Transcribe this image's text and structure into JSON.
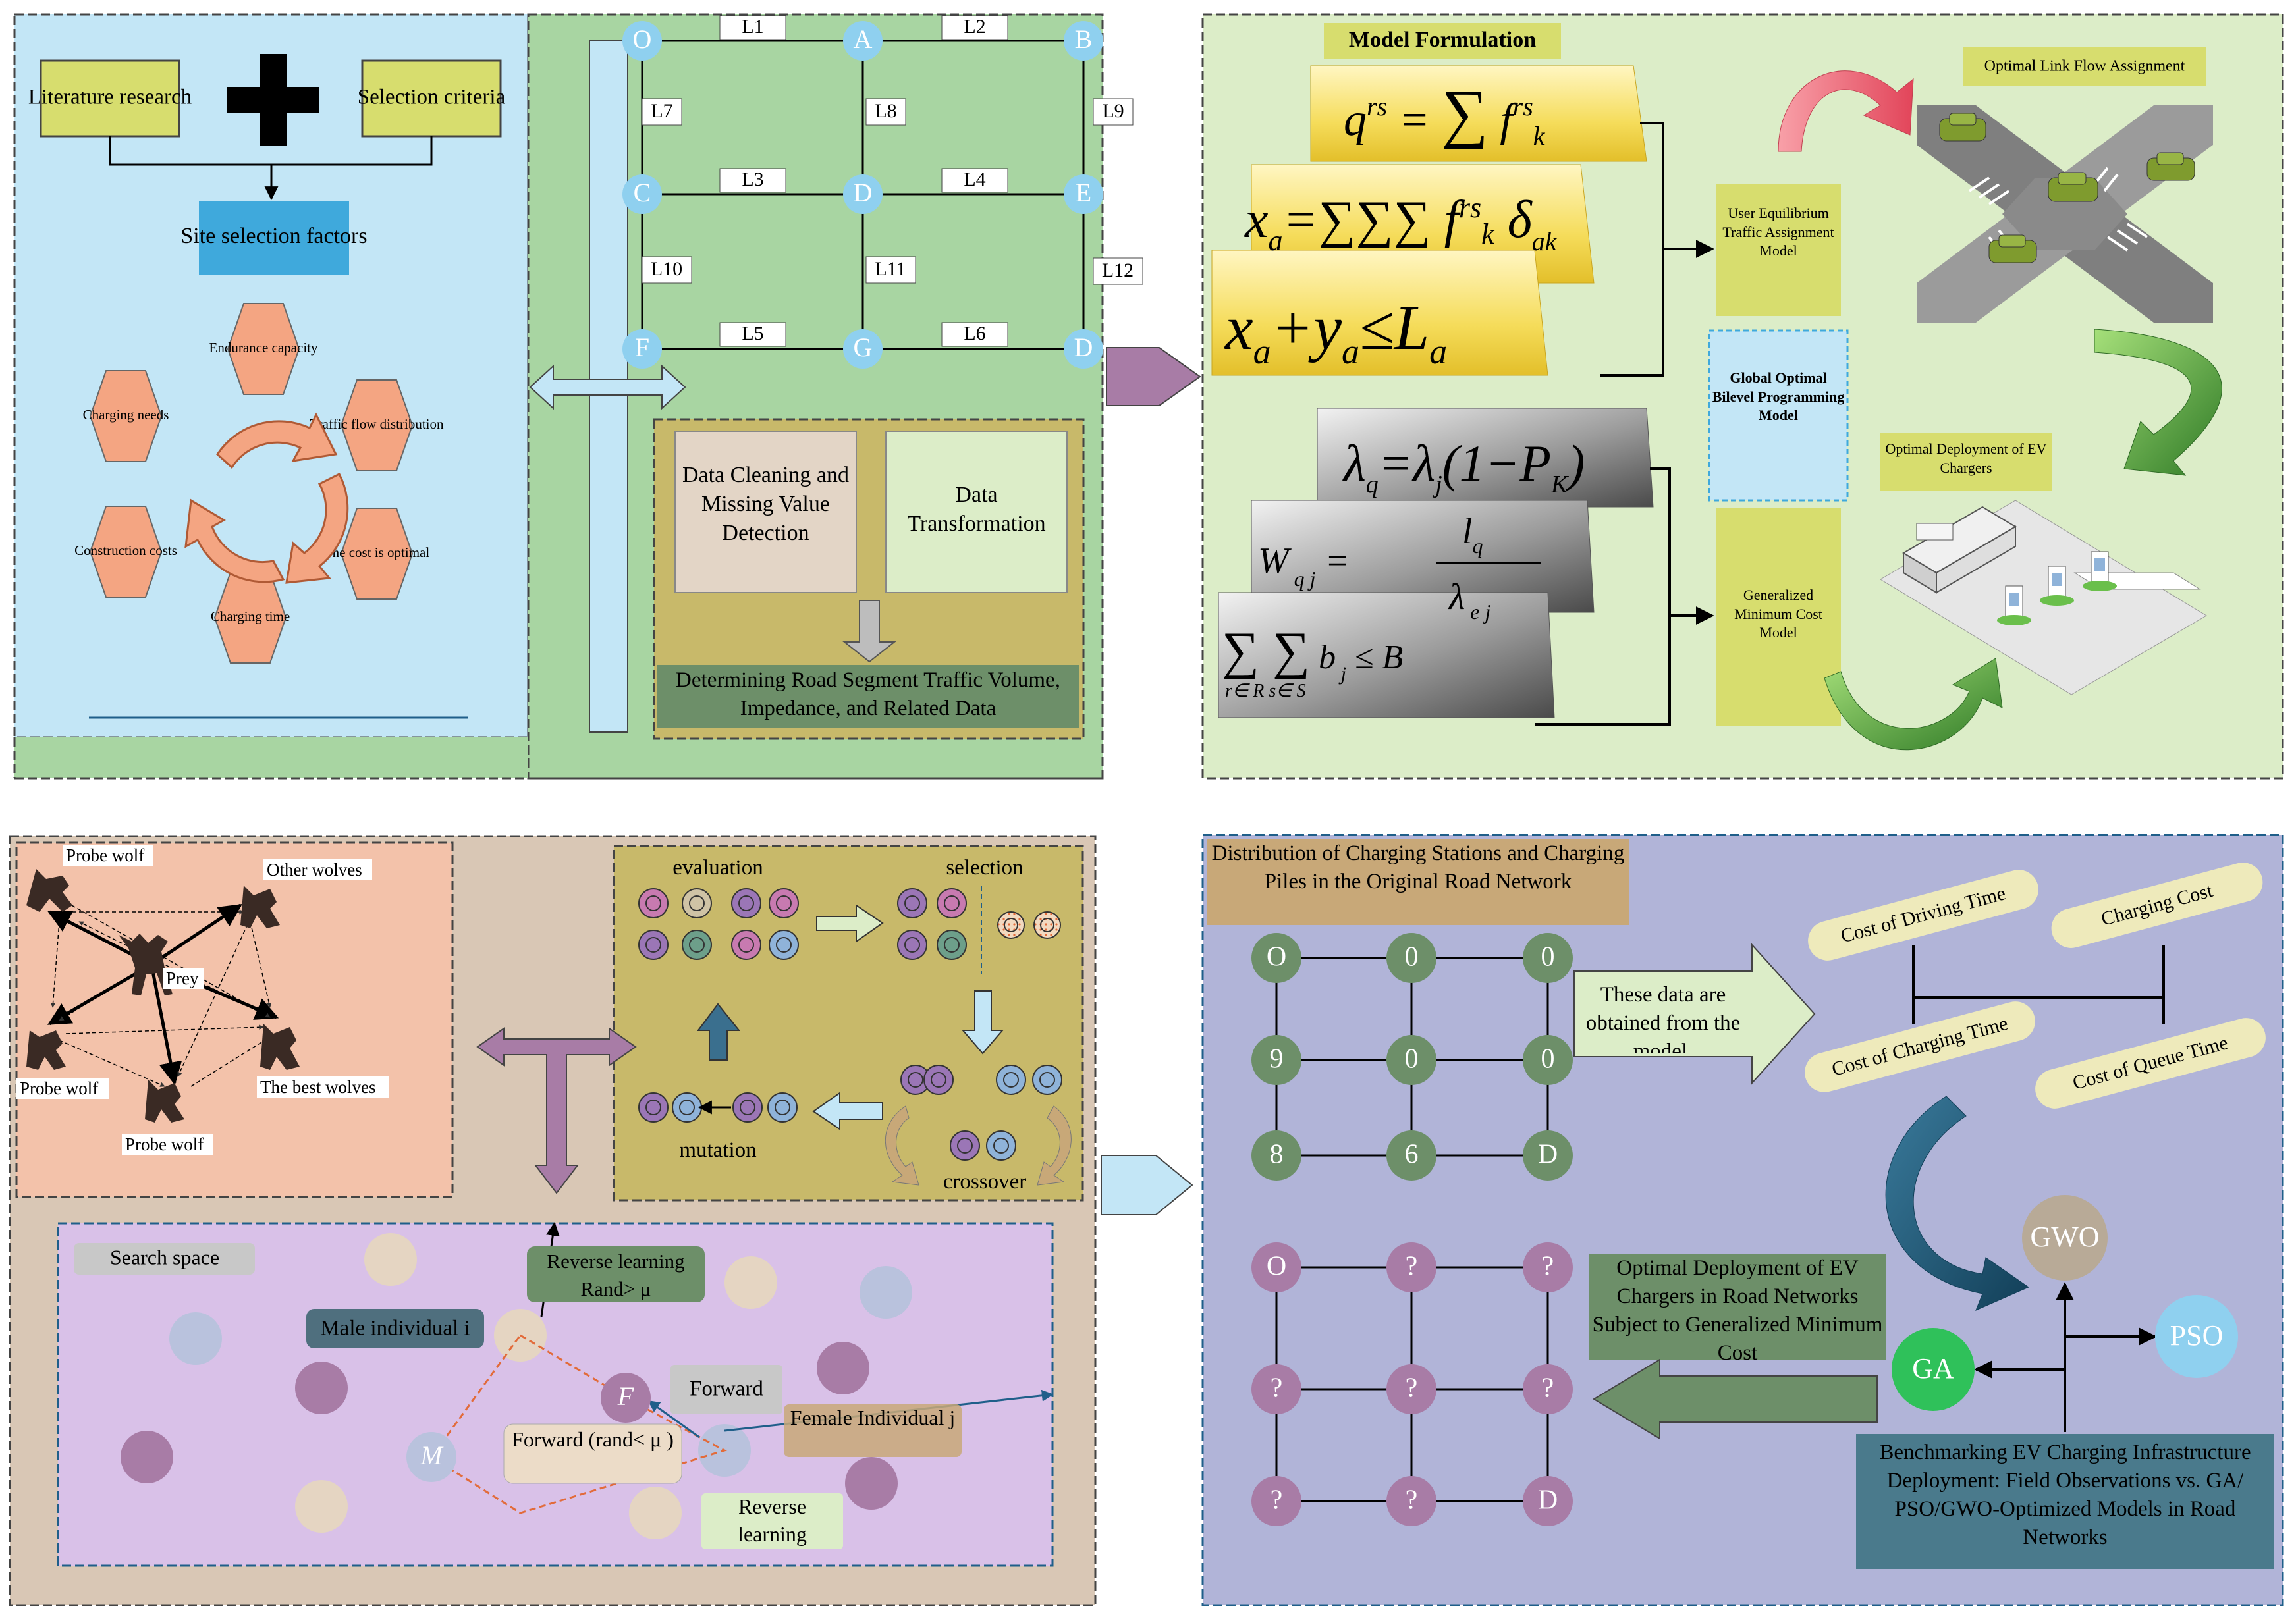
{
  "colors": {
    "light_blue": "#c3e6f6",
    "green_panel": "#a8d5a2",
    "light_green": "#dcedc8",
    "beige": "#d9c7b5",
    "salmon": "#f3c2aa",
    "olive": "#c8b96a",
    "lavender": "#d9c1e8",
    "periwinkle": "#b1b4d8",
    "node_blue": "#8fd0ef",
    "node_green": "#6d8f69",
    "node_purple": "#a87ca6",
    "hexagon": "#f4a582"
  },
  "panel1": {
    "box_literature": "Literature research",
    "box_selection": "Selection criteria",
    "site_factors": "Site selection factors",
    "hexagons": [
      "Endurance capacity",
      "Traffic flow distribution",
      "The cost is optimal",
      "Charging time",
      "Construction costs",
      "Charging needs"
    ]
  },
  "network": {
    "nodes": [
      "O",
      "A",
      "B",
      "C",
      "D",
      "E",
      "F",
      "G",
      "D"
    ],
    "links": [
      "L1",
      "L2",
      "L7",
      "L8",
      "L9",
      "L3",
      "L4",
      "L10",
      "L11",
      "L12",
      "L5",
      "L6"
    ]
  },
  "data_prep": {
    "cleaning": "Data Cleaning and Missing Value Detection",
    "transform": "Data Transformation",
    "determining": "Determining Road Segment Traffic Volume, Impedance, and Related Data"
  },
  "model": {
    "title": "Model Formulation",
    "ue": "User Equilibrium Traffic Assignment Model",
    "bilevel": "Global Optimal Bilevel Programming Model",
    "gmc": "Generalized Minimum Cost Model",
    "link_flow": "Optimal Link Flow Assignment",
    "deployment": "Optimal Deployment of EV Chargers"
  },
  "wolves": {
    "labels": [
      "Probe wolf",
      "Other wolves",
      "Prey",
      "Probe wolf",
      "The best wolves",
      "Probe wolf"
    ]
  },
  "ga": {
    "evaluation": "evaluation",
    "selection": "selection",
    "mutation": "mutation",
    "crossover": "crossover"
  },
  "search": {
    "space": "Search space",
    "reverse_top": "Reverse learning Rand> μ",
    "male": "Male individual i",
    "forward1": "Forward",
    "female": "Female Individual j",
    "forward2": "Forward (rand< μ )",
    "reverse_bottom": "Reverse learning",
    "M": "M",
    "F": "F"
  },
  "results": {
    "distribution": "Distribution of Charging Stations and Charging Piles in the Original Road Network",
    "grid1": [
      "O",
      "0",
      "0",
      "9",
      "0",
      "0",
      "8",
      "6",
      "D"
    ],
    "obtained": "These data are obtained from the model.",
    "costs": [
      "Cost of Driving Time",
      "Charging Cost",
      "Cost of Charging Time",
      "Cost of Queue Time"
    ],
    "grid2": [
      "O",
      "?",
      "?",
      "?",
      "?",
      "?",
      "?",
      "?",
      "D"
    ],
    "optimal": "Optimal Deployment of EV Chargers in Road Networks Subject to Generalized Minimum Cost",
    "gwo": "GWO",
    "pso": "PSO",
    "ga": "GA",
    "benchmark": "Benchmarking EV Charging Infrastructure Deployment: Field Observations vs. GA/ PSO/GWO-Optimized Models in Road Networks"
  }
}
